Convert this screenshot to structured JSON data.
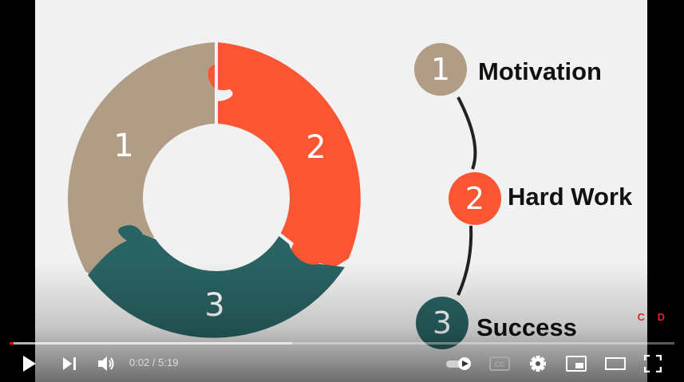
{
  "slide": {
    "segments": [
      {
        "number": "1",
        "color": "#b19d86"
      },
      {
        "number": "2",
        "color": "#fa5634"
      },
      {
        "number": "3",
        "color": "#2a6363"
      }
    ],
    "steps": [
      {
        "number": "1",
        "label": "Motivation",
        "color": "#b19d86"
      },
      {
        "number": "2",
        "label": "Hard Work",
        "color": "#fa5634"
      },
      {
        "number": "3",
        "label": "Success",
        "color": "#2a6363"
      }
    ],
    "watermark": "C D"
  },
  "player": {
    "current_time": "0:02",
    "separator": " / ",
    "duration": "5:19",
    "progress_played": 0.006,
    "progress_loaded": 0.425,
    "autoplay": "on",
    "icons": {
      "play": "play-icon",
      "next": "next-icon",
      "volume": "volume-icon",
      "autoplay": "autoplay-toggle-icon",
      "captions": "captions-icon",
      "settings": "gear-icon",
      "miniplayer": "miniplayer-icon",
      "theater": "theater-mode-icon",
      "fullscreen": "fullscreen-icon"
    },
    "captions_label": "CC"
  }
}
